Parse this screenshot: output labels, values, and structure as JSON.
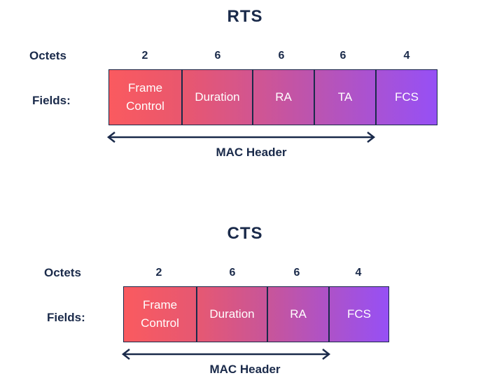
{
  "rts": {
    "title": "RTS",
    "octets_label": "Octets",
    "fields_label": "Fields:",
    "octets": [
      "2",
      "6",
      "6",
      "6",
      "4"
    ],
    "fields": [
      "Frame\nControl",
      "Duration",
      "RA",
      "TA",
      "FCS"
    ],
    "header_label": "MAC Header"
  },
  "cts": {
    "title": "CTS",
    "octets_label": "Octets",
    "fields_label": "Fields:",
    "octets": [
      "2",
      "6",
      "6",
      "4"
    ],
    "fields": [
      "Frame\nControl",
      "Duration",
      "RA",
      "FCS"
    ],
    "header_label": "MAC Header"
  },
  "colors": {
    "gradient_start": "#fa5a5f",
    "gradient_end": "#9650f5",
    "text_dark": "#1a2a4a"
  }
}
